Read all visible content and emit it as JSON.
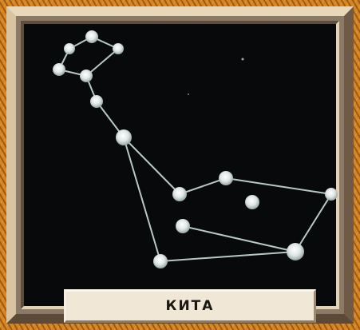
{
  "constellation": {
    "name": "КИТА"
  },
  "colors": {
    "sky": "#07090b",
    "star": "#dfe6e4",
    "line": "#b8c8c6",
    "plate": "#f1e7d6",
    "frame_light": "#e8d7b9",
    "frame_dark": "#5c4a38",
    "background_pattern": "#d48622"
  },
  "stars": [
    {
      "id": "s1"
    },
    {
      "id": "s2"
    },
    {
      "id": "s3"
    },
    {
      "id": "s4"
    },
    {
      "id": "s5"
    },
    {
      "id": "s6"
    },
    {
      "id": "s7"
    },
    {
      "id": "s8"
    },
    {
      "id": "s9"
    },
    {
      "id": "s10"
    },
    {
      "id": "s11"
    },
    {
      "id": "s12"
    },
    {
      "id": "s13"
    },
    {
      "id": "s14"
    },
    {
      "id": "s15"
    }
  ]
}
